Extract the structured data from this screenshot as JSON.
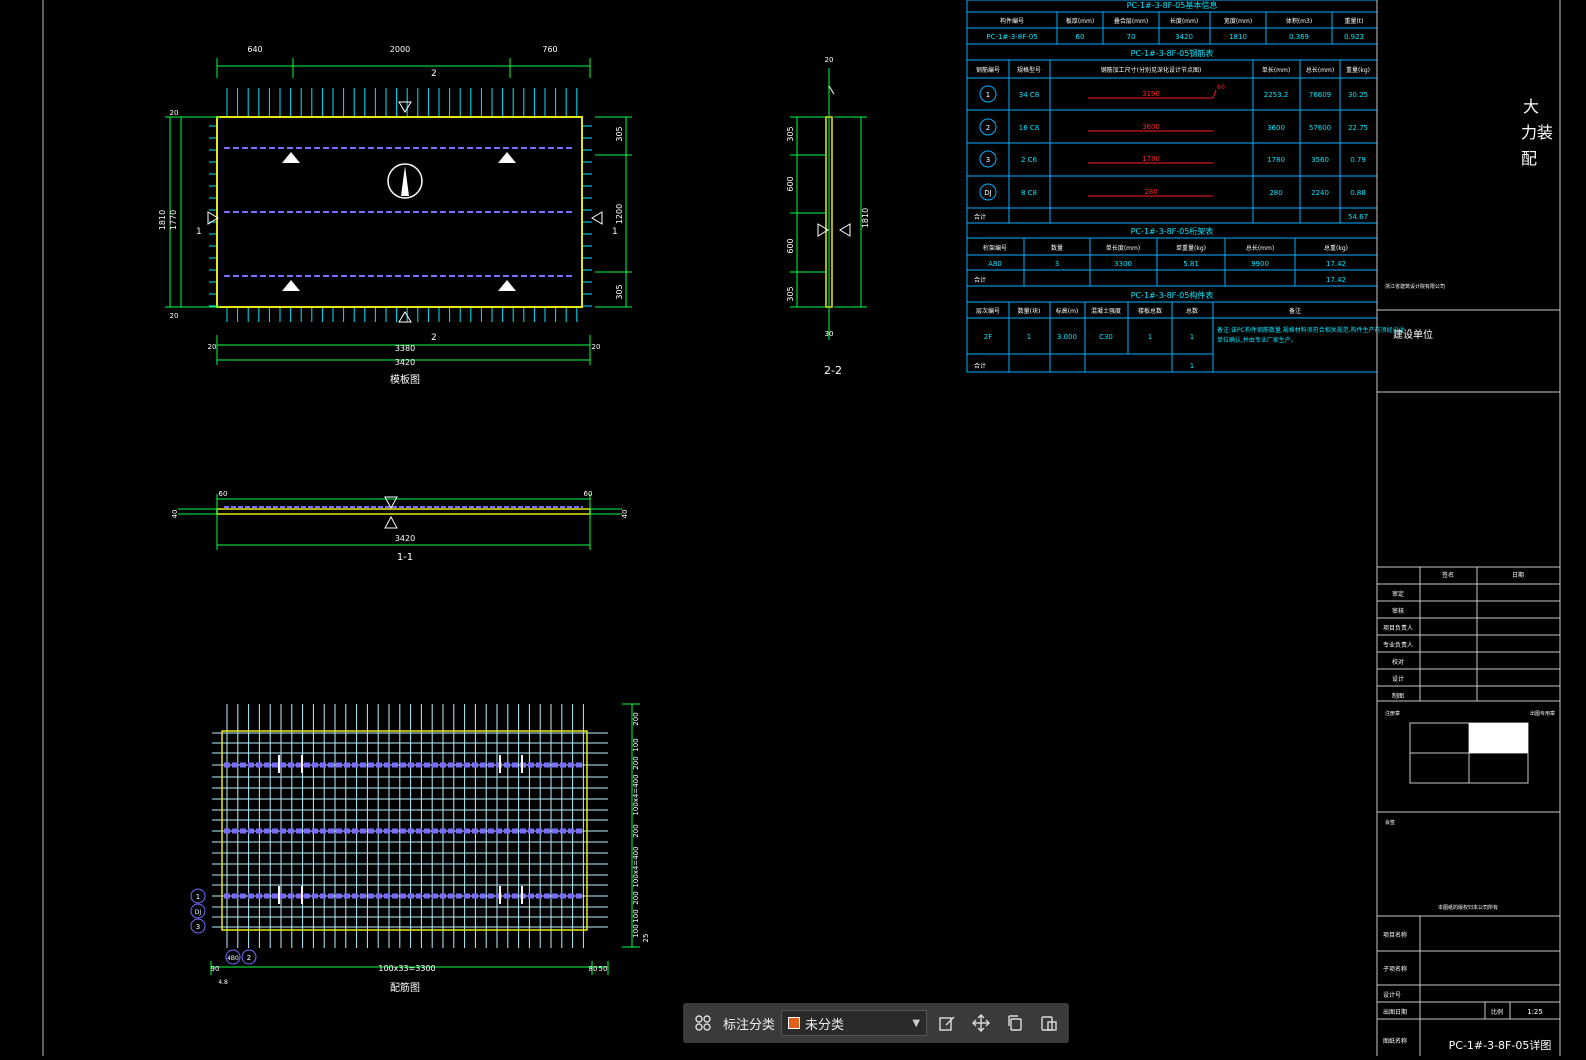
{
  "colors": {
    "background": "#000000",
    "dim_line": "#00ff40",
    "outline": "#e8e818",
    "rebar": "#7a6cff",
    "stud": "#00e5ff",
    "table": "#00b0ff",
    "text": "#ffffff",
    "red_bar": "#ff2020"
  },
  "plan_view": {
    "top_dims": [
      "640",
      "2000",
      "760"
    ],
    "bottom_dims": [
      "20",
      "3380",
      "20"
    ],
    "total_width": "3420",
    "left_dims": [
      "20",
      "1770",
      "1810",
      "20"
    ],
    "right_dims": [
      "305",
      "1200",
      "305"
    ],
    "section_mark_top": "2",
    "section_mark_bottom": "2",
    "section_mark_left": "1",
    "section_mark_right": "1",
    "title": "模板图"
  },
  "section_2_2": {
    "top_dim": "20",
    "bottom_dim": "30",
    "left_dims": [
      "305",
      "600",
      "600",
      "305"
    ],
    "right_dim": "1810",
    "title": "2-2"
  },
  "section_1_1": {
    "left_dim": "60",
    "right_dim": "60",
    "side_left": "40",
    "side_right": "40",
    "total": "3420",
    "title": "1-1"
  },
  "rebar_view": {
    "right_dims": [
      "200",
      "100",
      "200",
      "100x4=400",
      "200",
      "100x4=400",
      "200",
      "100",
      "100",
      "25"
    ],
    "bottom_dims": [
      "90",
      "100x33=3300",
      "80",
      "50"
    ],
    "corner_left": "4.8",
    "callouts": [
      "1",
      "DJ",
      "3",
      "4B0",
      "2"
    ],
    "title": "配筋图"
  },
  "table1": {
    "title": "PC-1#-3-8F-05基本信息",
    "headers": [
      "构件编号",
      "板厚(mm)",
      "叠合层(mm)",
      "长度(mm)",
      "宽度(mm)",
      "体积(m3)",
      "重量(t)"
    ],
    "row": [
      "PC-1#-3-8F-05",
      "60",
      "70",
      "3420",
      "1810",
      "0.369",
      "0.923"
    ]
  },
  "table2": {
    "title": "PC-1#-3-8F-05钢筋表",
    "headers": [
      "钢筋编号",
      "规格型号",
      "钢筋加工尺寸(分别见深化设计节点图)",
      "单长(mm)",
      "总长(mm)",
      "重量(kg)"
    ],
    "rows": [
      {
        "no": "1",
        "spec": "34 C8",
        "shape": "3190",
        "hook": "60",
        "single": "2253.2",
        "total": "76609",
        "weight": "30.25"
      },
      {
        "no": "2",
        "spec": "16 C8",
        "shape": "3600",
        "hook": "",
        "single": "3600",
        "total": "57600",
        "weight": "22.75"
      },
      {
        "no": "3",
        "spec": "2 C6",
        "shape": "1780",
        "hook": "",
        "single": "1780",
        "total": "3560",
        "weight": "0.79"
      },
      {
        "no": "DJ",
        "spec": "8 C8",
        "shape": "280",
        "hook": "",
        "single": "280",
        "total": "2240",
        "weight": "0.88"
      }
    ],
    "total_label": "合计",
    "total_value": "54.67"
  },
  "table3": {
    "title": "PC-1#-3-8F-05桁架表",
    "headers": [
      "桁架编号",
      "数量",
      "单长度(mm)",
      "单重量(kg)",
      "总长(mm)",
      "总重(kg)"
    ],
    "row": [
      "A80",
      "3",
      "3300",
      "5.81",
      "9900",
      "17.42"
    ],
    "total_label": "合计",
    "total_value": "17.42"
  },
  "table4": {
    "title": "PC-1#-3-8F-05构件表",
    "headers": [
      "层次编号",
      "数量(块)",
      "标高(m)",
      "混凝土强度",
      "楼板总数",
      "总数",
      "备注"
    ],
    "row": [
      "2F",
      "1",
      "3.000",
      "C30",
      "1",
      "1"
    ],
    "note": "备注:该PC构件钢筋数量,规格材料须符合相关规范,构件生产前须经设计单位确认,并由专业厂家生产。",
    "total_label": "合计",
    "total_value": "1"
  },
  "title_block": {
    "company_big": [
      "大",
      "力装",
      "配"
    ],
    "small_line": "浙江省建筑设计院有限公司",
    "build_unit_label": "建设单位",
    "sign_headers": [
      "签名",
      "日期"
    ],
    "sign_rows": [
      "审定",
      "审核",
      "项目负责人",
      "专业负责人",
      "校对",
      "设计",
      "制图"
    ],
    "stamp_label": "注册章",
    "stamp_right": "出图专用章",
    "seal_label": "会签",
    "seal_bottom": "本图纸的版权归本公司所有",
    "project_rows": [
      "项目名称",
      "子项名称",
      "设计号"
    ],
    "date_label": "出图日期",
    "scale_label": "比例",
    "scale_value": "1:25",
    "drawing_label": "图纸名称",
    "drawing_name": "PC-1#-3-8F-05详图"
  },
  "toolbar": {
    "label": "标注分类",
    "select_value": "未分类",
    "icons": [
      "apps-icon",
      "edit-icon",
      "move-icon",
      "copy-icon",
      "paste-icon"
    ]
  }
}
